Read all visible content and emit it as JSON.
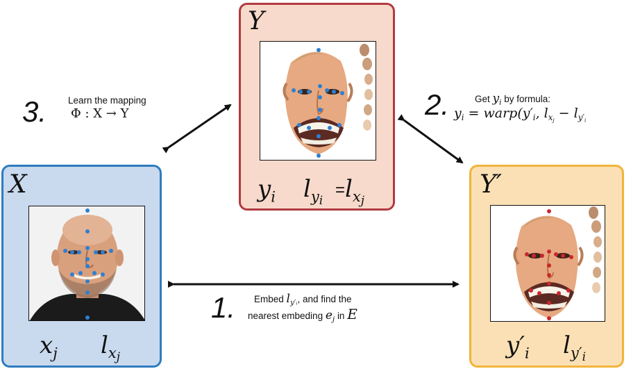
{
  "panels": {
    "y_target": {
      "title": "Y",
      "label_point": "y",
      "label_point_sub": "i",
      "label_landmark": "l",
      "label_landmark_sub": "y",
      "label_landmark_subsub": "i",
      "equals": "=",
      "label_rhs": "l",
      "label_rhs_sub": "x",
      "label_rhs_subsub": "j",
      "border_color": "#b13a3f",
      "fill_color": "#f7dacb"
    },
    "x_source": {
      "title": "X",
      "label_point": "x",
      "label_point_sub": "j",
      "label_landmark": "l",
      "label_landmark_sub": "x",
      "label_landmark_subsub": "j",
      "border_color": "#2e7cbf",
      "fill_color": "#c9d9ee"
    },
    "y_prime": {
      "title": "Y′",
      "label_point": "y′",
      "label_point_sub": "i",
      "label_landmark": "l",
      "label_landmark_sub": "y′",
      "label_landmark_subsub": "i",
      "border_color": "#f0b43a",
      "fill_color": "#fbe0b5"
    }
  },
  "steps": {
    "step1": {
      "number": "1.",
      "text_a": "Embed",
      "math_a": "l",
      "math_a_sub": "y′ᵢ",
      "text_b": ", and find the",
      "text_c": "nearest embeding",
      "math_b": "e",
      "math_b_sub": "j",
      "text_d": "in",
      "math_c": "E"
    },
    "step2": {
      "number": "2.",
      "text_a": "Get",
      "math_a": "y",
      "math_a_sub": "i",
      "text_b": "by formula:",
      "formula_lhs": "y",
      "formula_lhs_sub": "i",
      "formula_eq": " = warp(y′",
      "formula_sub1": "i",
      "formula_mid": ", l",
      "formula_sub2": "x",
      "formula_subsub2": "j",
      "formula_minus": " − l",
      "formula_sub3": "y′",
      "formula_subsub3": "i"
    },
    "step3": {
      "number": "3.",
      "text_a": "Learn the mapping",
      "formula": "Φ : X → Y"
    }
  },
  "landmark_colors": {
    "blue": "#2f7fd0",
    "red": "#c8282c"
  }
}
